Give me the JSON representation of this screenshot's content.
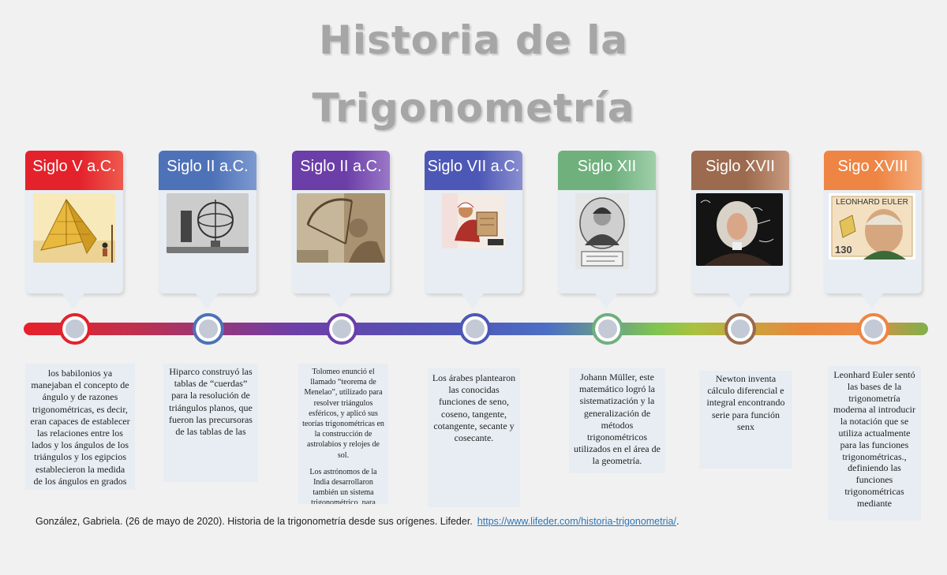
{
  "title": {
    "line1": "Historia de la",
    "line2": "Trigonometría"
  },
  "periods": [
    {
      "label": "Siglo V a.C.",
      "color": "#e3222b",
      "color_light": "#ef5a4e",
      "image": "pyramid-illustration",
      "paragraphs": [
        "los babilonios ya manejaban el concepto de ángulo y de razones trigonométricas, es decir, eran capaces de establecer las relaciones entre los lados y los ángulos de los triángulos y los egipcios establecieron la medida de los ángulos en grados"
      ]
    },
    {
      "label": "Siglo II a.C.",
      "color": "#4e72b8",
      "color_light": "#7c9ad0",
      "image": "armillary-engraving",
      "paragraphs": [
        "Hiparco construyó las tablas de “cuerdas” para la resolución de triángulos planos, que fueron las precursoras de las tablas de las"
      ]
    },
    {
      "label": "Siglo II a.C.",
      "color": "#6c3ea8",
      "color_light": "#9a78c8",
      "image": "ptolemy-astrolabe",
      "paragraphs": [
        "Tolomeo enunció el llamado “teorema de Menelao”, utilizado para resolver triángulos esféricos, y aplicó sus teorías trigonométricas en la construcción de astrolabios y relojes de sol.",
        "Los astrónomos de la India desarrollaron también un sistema trigonométrico, para"
      ]
    },
    {
      "label": "Siglo VII a.C.",
      "color": "#4d58b6",
      "color_light": "#8a8fd0",
      "image": "arab-scholar",
      "paragraphs": [
        "Los árabes plantearon las conocidas funciones de seno, coseno, tangente, cotangente, secante y cosecante."
      ]
    },
    {
      "label": "Siglo XII",
      "color": "#6fb07d",
      "color_light": "#a0cfa9",
      "image": "muller-portrait",
      "paragraphs": [
        "Johann Müller, este matemático logró la sistematización y la generalización de métodos trigonométricos utilizados en el área de la  geometría."
      ]
    },
    {
      "label": "Siglo XVII",
      "color": "#9c6a4e",
      "color_light": "#c89a80",
      "image": "newton-portrait",
      "paragraphs": [
        "Newton inventa cálculo diferencial e integral encontrando serie para función senx"
      ]
    },
    {
      "label": "Sigo XVIII",
      "color": "#ee8545",
      "color_light": "#f4ae7e",
      "image": "euler-stamp",
      "stamp_name": "LEONHARD EULER",
      "stamp_value": "130",
      "paragraphs": [
        "Leonhard Euler sentó las bases de la trigonometría moderna al introducir la notación que se utiliza actualmente para las funciones trigonométricas., definiendo las funciones trigonométricas mediante"
      ]
    }
  ],
  "citation": {
    "text": "González, Gabriela. (26 de mayo de 2020). Historia de la trigonometría desde sus orígenes. Lifeder.",
    "link": "https://www.lifeder.com/historia-trigonometria/",
    "suffix": "."
  }
}
